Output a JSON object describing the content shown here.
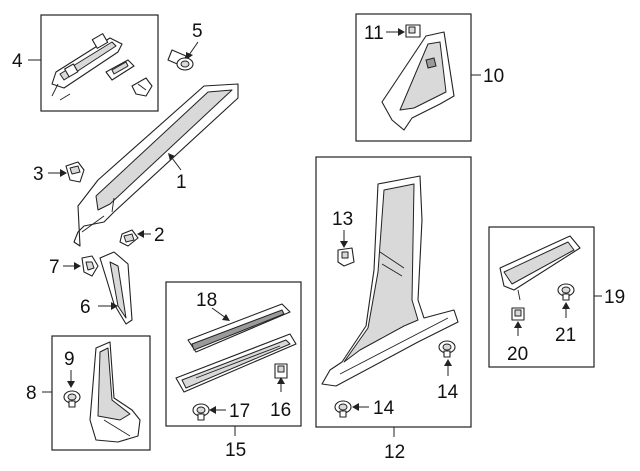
{
  "callouts": {
    "c1": "1",
    "c2": "2",
    "c3": "3",
    "c4": "4",
    "c5": "5",
    "c6": "6",
    "c7": "7",
    "c8": "8",
    "c9": "9",
    "c10": "10",
    "c11": "11",
    "c12": "12",
    "c13": "13",
    "c14a": "14",
    "c14b": "14",
    "c15": "15",
    "c16": "16",
    "c17": "17",
    "c18": "18",
    "c19": "19",
    "c20": "20",
    "c21": "21"
  },
  "colors": {
    "line": "#222222",
    "shade": "#d9d9d9",
    "background": "#ffffff"
  }
}
